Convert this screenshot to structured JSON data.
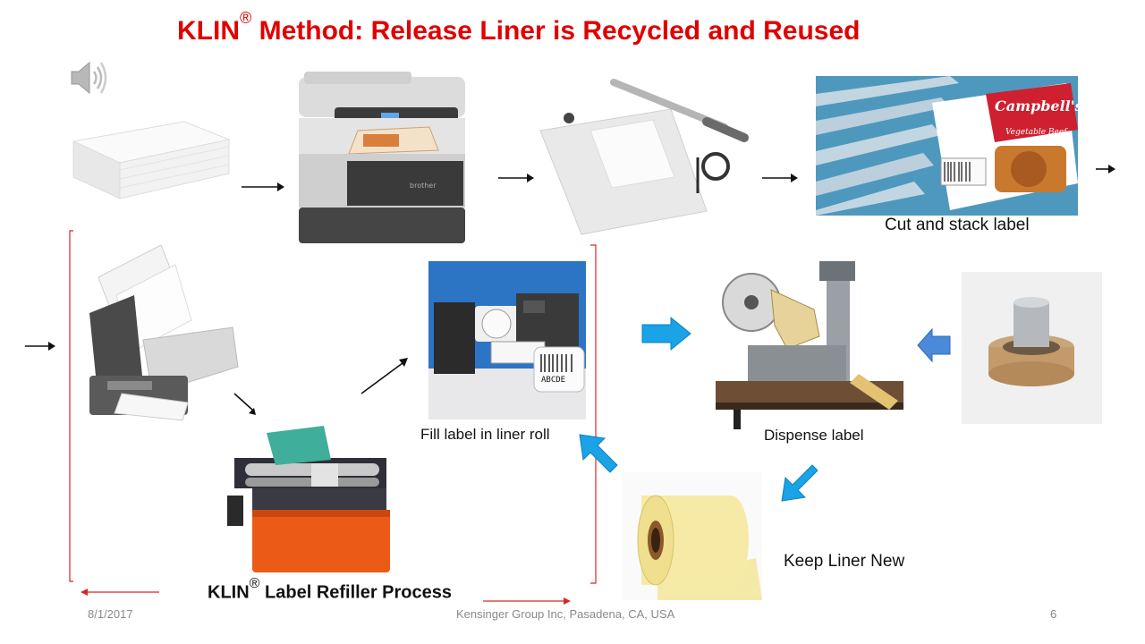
{
  "slide": {
    "title_prefix": "KLIN",
    "title_mark": "®",
    "title_rest": " Method:  Release Liner is Recycled and Reused",
    "captions": {
      "cut_stack": "Cut and stack label",
      "fill_liner": "Fill label in liner roll",
      "dispense": "Dispense label",
      "keep_new": "Keep Liner New",
      "refiller_prefix": "KLIN",
      "refiller_mark": "®",
      "refiller_rest": " Label Refiller Process"
    },
    "footer": {
      "date": "8/1/2017",
      "company": "Kensinger Group Inc, Pasadena, CA, USA",
      "page": "6"
    },
    "product_label": {
      "brand": "Campbell's",
      "variety": "Vegetable Beef"
    },
    "roll_code": "ABCDE",
    "colors": {
      "title": "#e00000",
      "flow_arrow": "#1aa3e6",
      "return_arrow": "#4a8ad8",
      "bracket": "#d62828"
    }
  }
}
